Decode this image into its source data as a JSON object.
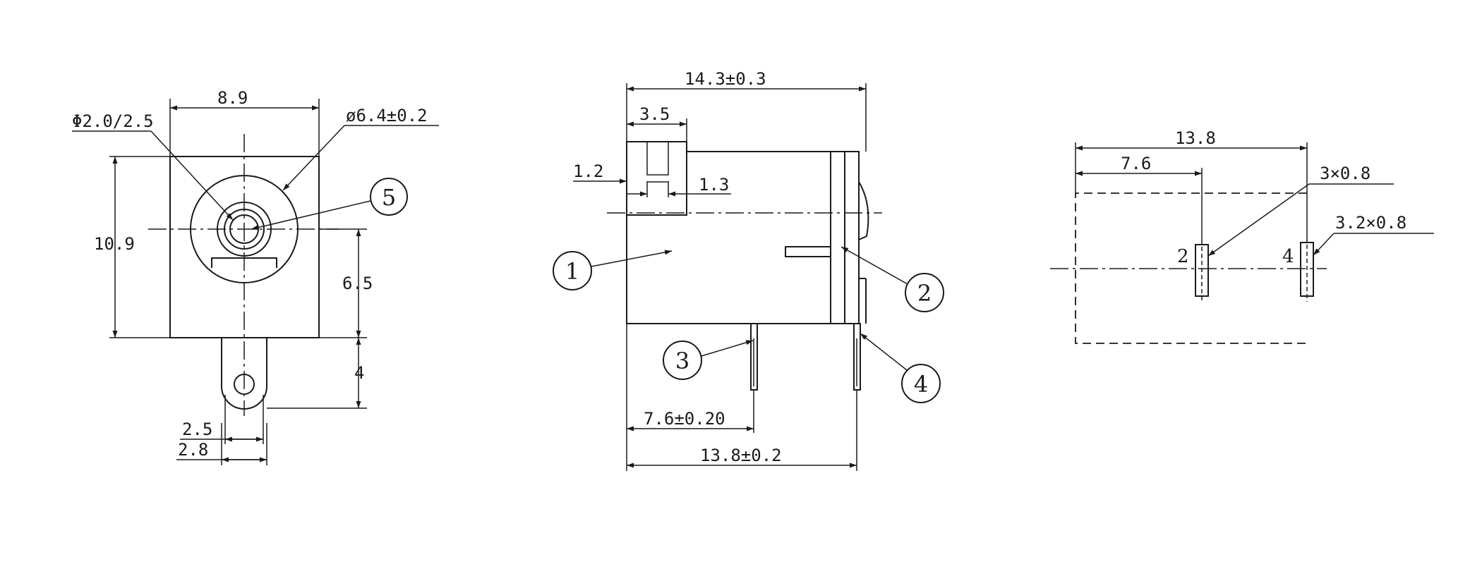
{
  "front_view": {
    "width_dim": "8.9",
    "height_dim": "10.9",
    "bore_dim": "Φ2.0/2.5",
    "outer_dia_dim": "ø6.4±0.2",
    "center_height_dim": "6.5",
    "pin_length_dim": "4",
    "pin_width_inner_dim": "2.5",
    "pin_width_outer_dim": "2.8",
    "balloon_5": "5"
  },
  "side_view": {
    "overall_length_dim": "14.3±0.3",
    "step_length_dim": "3.5",
    "step_height_dim": "1.2",
    "step_gap_dim": "1.3",
    "pin_pos_dim": "7.6±0.20",
    "body_length_dim": "13.8±0.2",
    "balloon_1": "1",
    "balloon_2": "2",
    "balloon_3": "3",
    "balloon_4": "4"
  },
  "footprint_view": {
    "span_dim": "13.8",
    "pin2_pos_dim": "7.6",
    "pad2_size_dim": "3×0.8",
    "pad4_size_dim": "3.2×0.8",
    "pin2_label": "2",
    "pin4_label": "4"
  }
}
